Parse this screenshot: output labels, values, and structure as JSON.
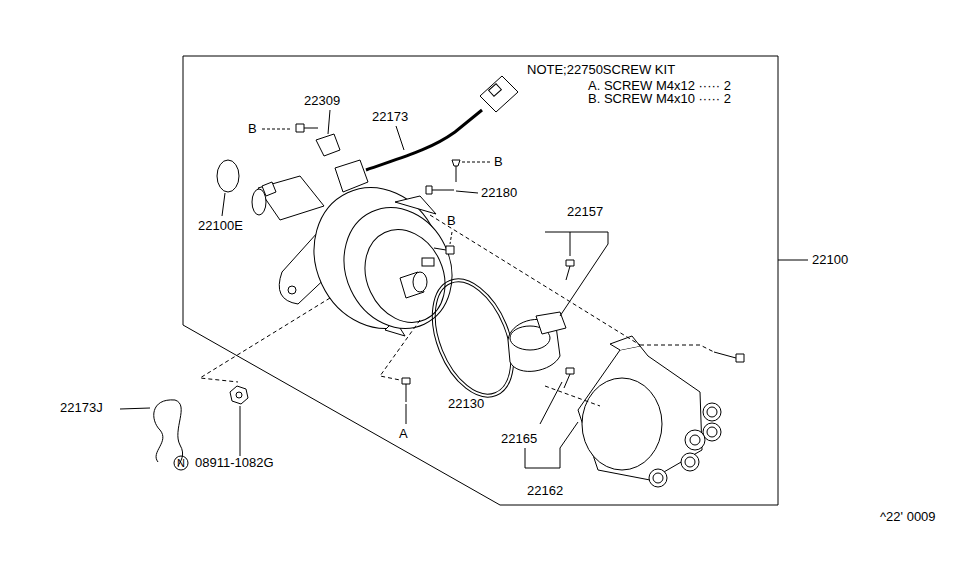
{
  "diagram": {
    "labels": [
      "NOTE;22750SCREW KIT",
      "A. SCREW M4x12 ····· 2",
      "B. SCREW M4x10 ····· 2",
      "22309",
      "22173",
      "B",
      "B",
      "22180",
      "22100E",
      "B",
      "22157",
      "22100",
      "22130",
      "A",
      "22165",
      "22162",
      "22173J",
      "N",
      "08911-1082G",
      "^22' 0009"
    ]
  }
}
